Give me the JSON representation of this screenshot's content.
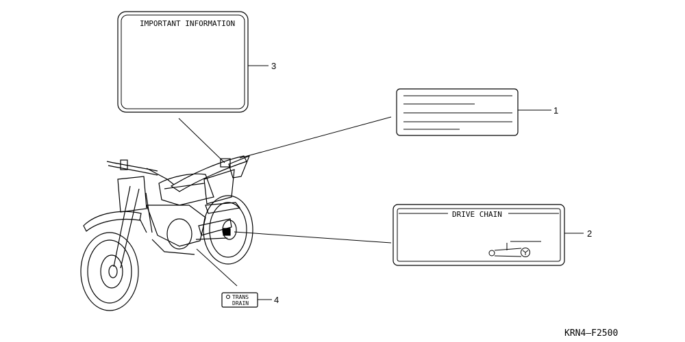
{
  "diagram_code": "KRN4—F2500",
  "callouts": [
    {
      "number": "1"
    },
    {
      "number": "2"
    },
    {
      "number": "3"
    },
    {
      "number": "4"
    }
  ],
  "labels": {
    "important_information": "IMPORTANT INFORMATION",
    "drive_chain": "DRIVE CHAIN",
    "trans_drain_line1": "TRANS",
    "trans_drain_line2": "DRAIN"
  }
}
